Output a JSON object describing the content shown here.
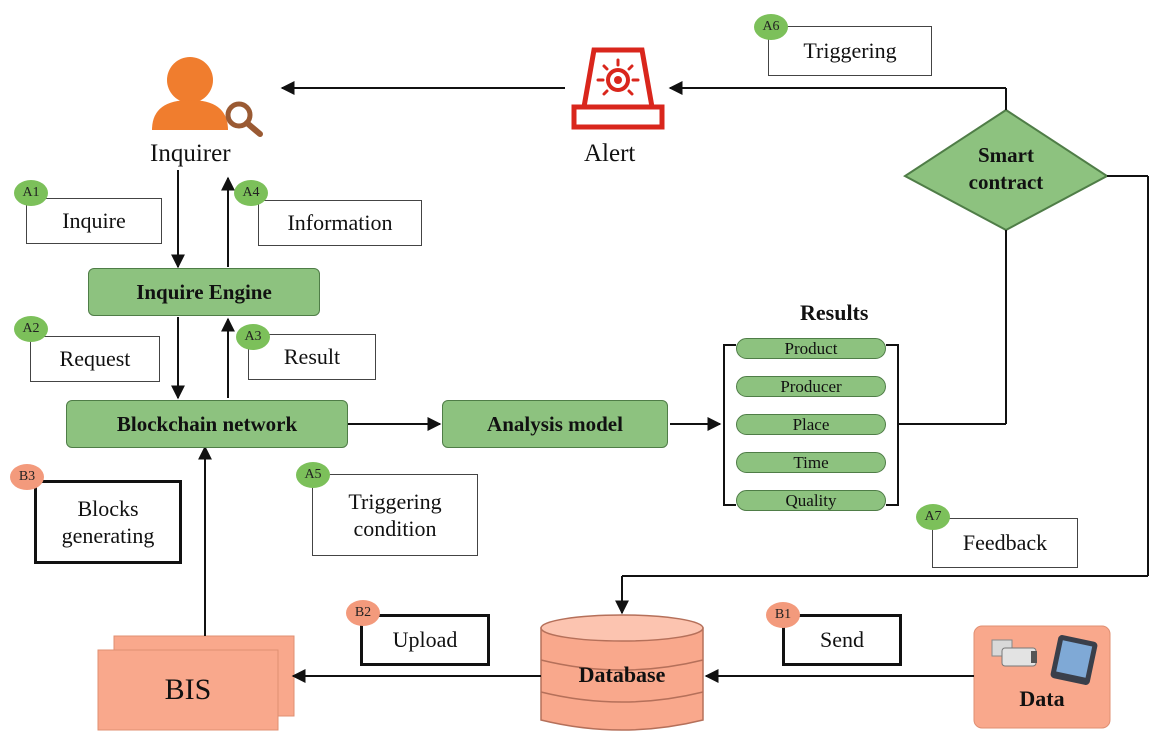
{
  "nodes": {
    "inquirer": "Inquirer",
    "alert": "Alert",
    "smart_contract_line1": "Smart",
    "smart_contract_line2": "contract",
    "inquire_engine": "Inquire Engine",
    "blockchain_network": "Blockchain network",
    "analysis_model": "Analysis model",
    "results_title": "Results",
    "results": [
      "Product",
      "Producer",
      "Place",
      "Time",
      "Quality"
    ],
    "bis": "BIS",
    "database": "Database",
    "data": "Data"
  },
  "steps": {
    "a1": {
      "badge": "A1",
      "label": "Inquire"
    },
    "a2": {
      "badge": "A2",
      "label": "Request"
    },
    "a3": {
      "badge": "A3",
      "label": "Result"
    },
    "a4": {
      "badge": "A4",
      "label": "Information"
    },
    "a5": {
      "badge": "A5",
      "label_line1": "Triggering",
      "label_line2": "condition"
    },
    "a6": {
      "badge": "A6",
      "label": "Triggering"
    },
    "a7": {
      "badge": "A7",
      "label": "Feedback"
    },
    "b1": {
      "badge": "B1",
      "label": "Send"
    },
    "b2": {
      "badge": "B2",
      "label": "Upload"
    },
    "b3": {
      "badge": "B3",
      "label_line1": "Blocks",
      "label_line2": "generating"
    }
  },
  "colors": {
    "green_fill": "#8dc27f",
    "green_badge": "#7cc05a",
    "orange_badge": "#f39a7c",
    "salmon_fill": "#f9a88c",
    "inquirer_orange": "#f07d2e",
    "alert_red": "#d9261c"
  },
  "icons": [
    "inquirer-person-icon",
    "magnifier-icon",
    "alert-siren-icon",
    "camera-icon",
    "tablet-icon"
  ]
}
